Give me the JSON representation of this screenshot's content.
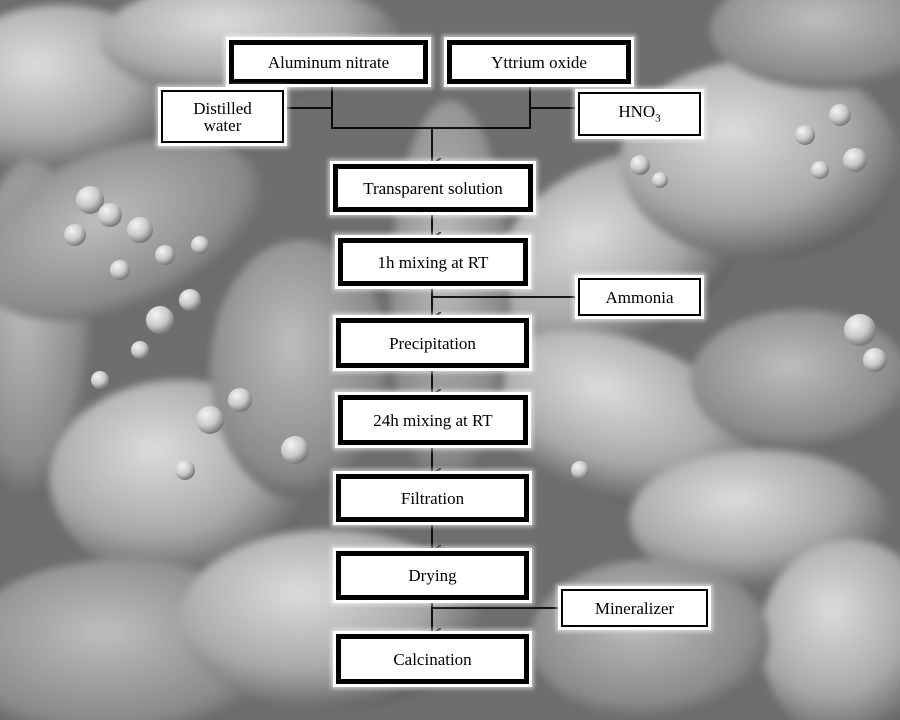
{
  "background": {
    "description_icon": "sem-micrograph-background",
    "tone": "grayscale"
  },
  "colors": {
    "box_fill": "#ffffff",
    "box_border": "#000000",
    "connector": "#000000"
  },
  "flowchart": {
    "inputs": {
      "aluminum_nitrate": "Aluminum nitrate",
      "yttrium_oxide": "Yttrium oxide",
      "distilled_water": "Distilled\nwater",
      "hno3_base": "HNO",
      "hno3_sub": "3"
    },
    "steps": {
      "transparent_solution": "Transparent solution",
      "mixing_1h": "1h mixing at RT",
      "precipitation": "Precipitation",
      "mixing_24h": "24h mixing at RT",
      "filtration": "Filtration",
      "drying": "Drying",
      "calcination": "Calcination"
    },
    "additives": {
      "ammonia": "Ammonia",
      "mineralizer": "Mineralizer"
    }
  }
}
